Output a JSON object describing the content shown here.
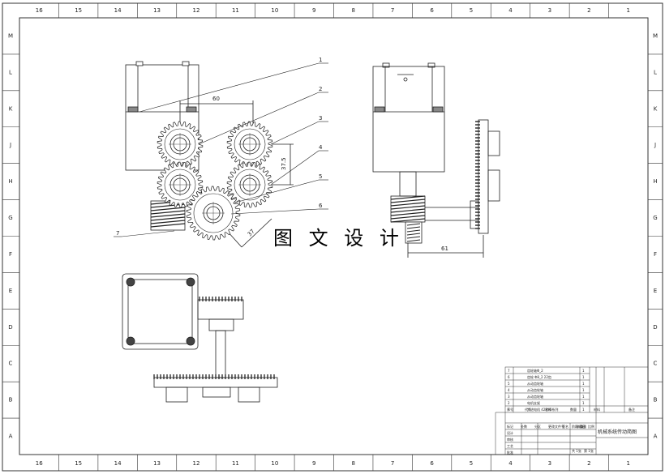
{
  "zones_top": [
    "16",
    "15",
    "14",
    "13",
    "12",
    "11",
    "10",
    "9",
    "8",
    "7",
    "6",
    "5",
    "4",
    "3",
    "2",
    "1"
  ],
  "zones_side": [
    "M",
    "L",
    "K",
    "J",
    "H",
    "G",
    "F",
    "E",
    "D",
    "C",
    "B",
    "A"
  ],
  "callouts": [
    "1",
    "2",
    "3",
    "4",
    "5",
    "6",
    "7"
  ],
  "dimensions": {
    "gear_spacing": "60",
    "vertical_spacing": "37.5",
    "diagonal": "37",
    "side_offset": "61"
  },
  "watermark": "图 文 设 计",
  "title_block": {
    "drawing_title": "机械系统传动简图",
    "parts_rows": [
      "齿轮轴Φ_2",
      "齿轮 Φ8_2 22齿",
      "从动齿轮轴",
      "从动齿轮轴",
      "从动齿轮轴",
      "电机支架",
      "步进电机 42BYG系列"
    ],
    "header_labels": [
      "序号",
      "代号",
      "名称",
      "数量",
      "材料",
      "备注"
    ],
    "sign_labels": [
      "标记",
      "处数",
      "分区",
      "更改文件号",
      "签名",
      "年月日"
    ],
    "role_labels": [
      "设计",
      "审核",
      "工艺",
      "批准"
    ],
    "stage_labels": [
      "阶段标记",
      "重量",
      "比例"
    ],
    "sheet_labels": [
      "共 1张",
      "第 1张"
    ]
  }
}
